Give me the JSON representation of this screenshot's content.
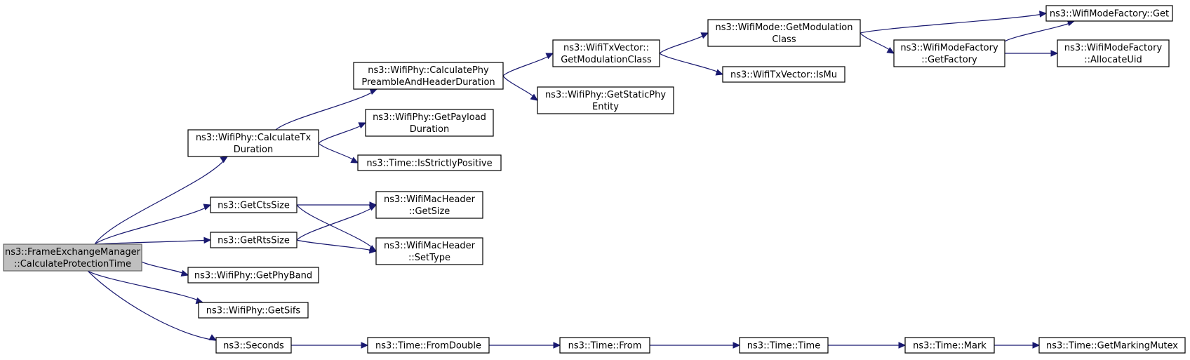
{
  "diagram": {
    "root": "frame-calcprotection",
    "nodes": [
      {
        "id": "frame-calcprotection",
        "lines": [
          "ns3::FrameExchangeManager",
          "::CalculateProtectionTime"
        ],
        "root": true
      },
      {
        "id": "calctx",
        "lines": [
          "ns3::WifiPhy::CalculateTx",
          "Duration"
        ]
      },
      {
        "id": "getcts",
        "lines": [
          "ns3::GetCtsSize"
        ]
      },
      {
        "id": "getrts",
        "lines": [
          "ns3::GetRtsSize"
        ]
      },
      {
        "id": "getphyband",
        "lines": [
          "ns3::WifiPhy::GetPhyBand"
        ]
      },
      {
        "id": "getsifs",
        "lines": [
          "ns3::WifiPhy::GetSifs"
        ]
      },
      {
        "id": "seconds",
        "lines": [
          "ns3::Seconds"
        ]
      },
      {
        "id": "calcpreamble",
        "lines": [
          "ns3::WifiPhy::CalculatePhy",
          "PreambleAndHeaderDuration"
        ]
      },
      {
        "id": "getpayload",
        "lines": [
          "ns3::WifiPhy::GetPayload",
          "Duration"
        ]
      },
      {
        "id": "strictlypos",
        "lines": [
          "ns3::Time::IsStrictlyPositive"
        ]
      },
      {
        "id": "txvec-modclass",
        "lines": [
          "ns3::WifiTxVector::",
          "GetModulationClass"
        ]
      },
      {
        "id": "getstaticphy",
        "lines": [
          "ns3::WifiPhy::GetStaticPhy",
          "Entity"
        ]
      },
      {
        "id": "mode-modclass",
        "lines": [
          "ns3::WifiMode::GetModulation",
          "Class"
        ]
      },
      {
        "id": "ismu",
        "lines": [
          "ns3::WifiTxVector::IsMu"
        ]
      },
      {
        "id": "factory-get",
        "lines": [
          "ns3::WifiModeFactory::Get"
        ]
      },
      {
        "id": "getfactory",
        "lines": [
          "ns3::WifiModeFactory",
          "::GetFactory"
        ]
      },
      {
        "id": "allocuid",
        "lines": [
          "ns3::WifiModeFactory",
          "::AllocateUid"
        ]
      },
      {
        "id": "hdr-getsize",
        "lines": [
          "ns3::WifiMacHeader",
          "::GetSize"
        ]
      },
      {
        "id": "hdr-settype",
        "lines": [
          "ns3::WifiMacHeader",
          "::SetType"
        ]
      },
      {
        "id": "fromdouble",
        "lines": [
          "ns3::Time::FromDouble"
        ]
      },
      {
        "id": "from",
        "lines": [
          "ns3::Time::From"
        ]
      },
      {
        "id": "time",
        "lines": [
          "ns3::Time::Time"
        ]
      },
      {
        "id": "mark",
        "lines": [
          "ns3::Time::Mark"
        ]
      },
      {
        "id": "mutex",
        "lines": [
          "ns3::Time::GetMarkingMutex"
        ]
      }
    ],
    "edges": [
      {
        "from": "frame-calcprotection",
        "to": "calctx"
      },
      {
        "from": "frame-calcprotection",
        "to": "getcts"
      },
      {
        "from": "frame-calcprotection",
        "to": "getrts"
      },
      {
        "from": "frame-calcprotection",
        "to": "getphyband"
      },
      {
        "from": "frame-calcprotection",
        "to": "getsifs"
      },
      {
        "from": "frame-calcprotection",
        "to": "seconds"
      },
      {
        "from": "calctx",
        "to": "calcpreamble"
      },
      {
        "from": "calctx",
        "to": "getpayload"
      },
      {
        "from": "calctx",
        "to": "strictlypos"
      },
      {
        "from": "calcpreamble",
        "to": "txvec-modclass"
      },
      {
        "from": "calcpreamble",
        "to": "getstaticphy"
      },
      {
        "from": "txvec-modclass",
        "to": "mode-modclass"
      },
      {
        "from": "txvec-modclass",
        "to": "ismu"
      },
      {
        "from": "mode-modclass",
        "to": "factory-get"
      },
      {
        "from": "mode-modclass",
        "to": "getfactory"
      },
      {
        "from": "getfactory",
        "to": "factory-get"
      },
      {
        "from": "getfactory",
        "to": "allocuid"
      },
      {
        "from": "getcts",
        "to": "hdr-getsize"
      },
      {
        "from": "getcts",
        "to": "hdr-settype"
      },
      {
        "from": "getrts",
        "to": "hdr-getsize"
      },
      {
        "from": "getrts",
        "to": "hdr-settype"
      },
      {
        "from": "seconds",
        "to": "fromdouble"
      },
      {
        "from": "fromdouble",
        "to": "from"
      },
      {
        "from": "from",
        "to": "time"
      },
      {
        "from": "time",
        "to": "mark"
      },
      {
        "from": "mark",
        "to": "mutex"
      }
    ]
  }
}
